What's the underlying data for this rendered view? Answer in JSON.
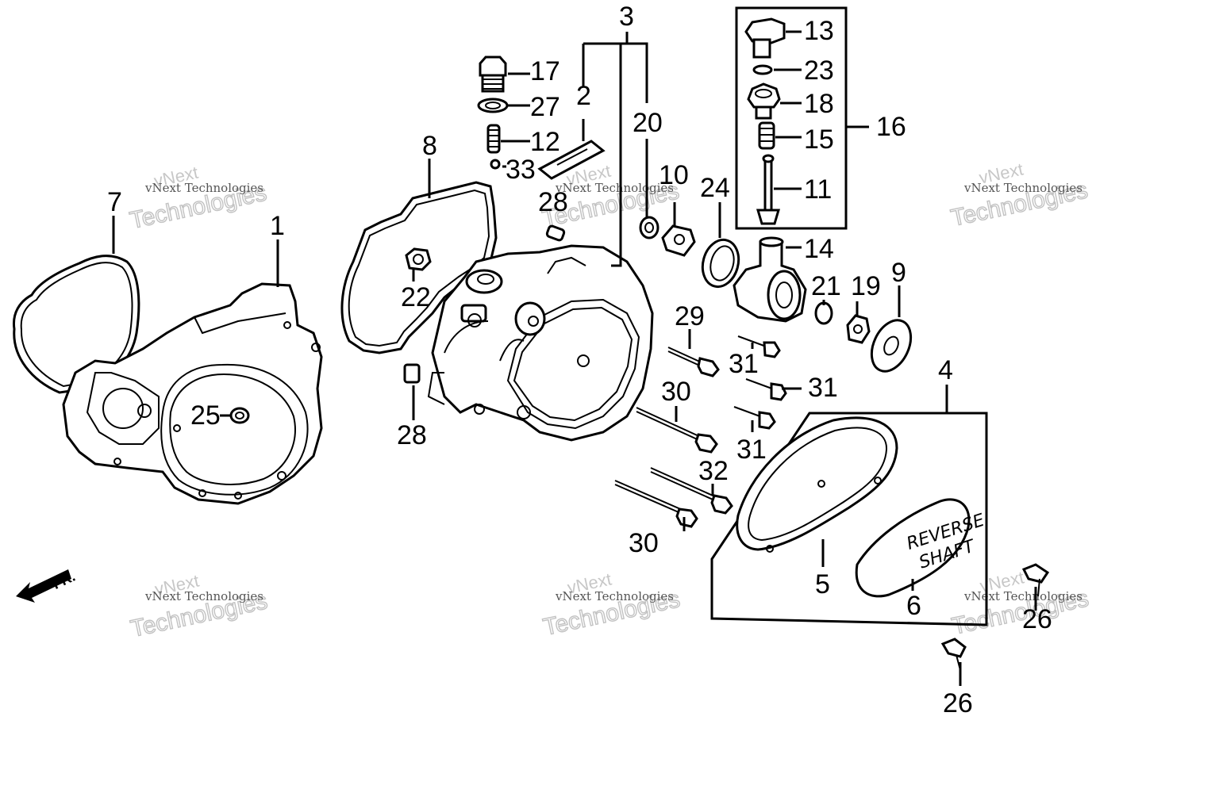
{
  "callouts": {
    "c1": "1",
    "c2": "2",
    "c3": "3",
    "c4": "4",
    "c5": "5",
    "c6": "6",
    "c7": "7",
    "c8": "8",
    "c9": "9",
    "c10": "10",
    "c11": "11",
    "c12": "12",
    "c13": "13",
    "c14": "14",
    "c15": "15",
    "c16": "16",
    "c17": "17",
    "c18": "18",
    "c19": "19",
    "c20": "20",
    "c21": "21",
    "c22": "22",
    "c23": "23",
    "c24": "24",
    "c25": "25",
    "c26a": "26",
    "c26b": "26",
    "c27": "27",
    "c28a": "28",
    "c28b": "28",
    "c29": "29",
    "c30a": "30",
    "c30b": "30",
    "c31a": "31",
    "c31b": "31",
    "c31c": "31",
    "c32": "32",
    "c33": "33"
  },
  "direction_label": "FR.",
  "plate_text": [
    "REVERSE",
    "SHAFT"
  ],
  "watermark": {
    "line1": "vNext",
    "line2": "Technologies",
    "small": "vNext Technologies"
  }
}
